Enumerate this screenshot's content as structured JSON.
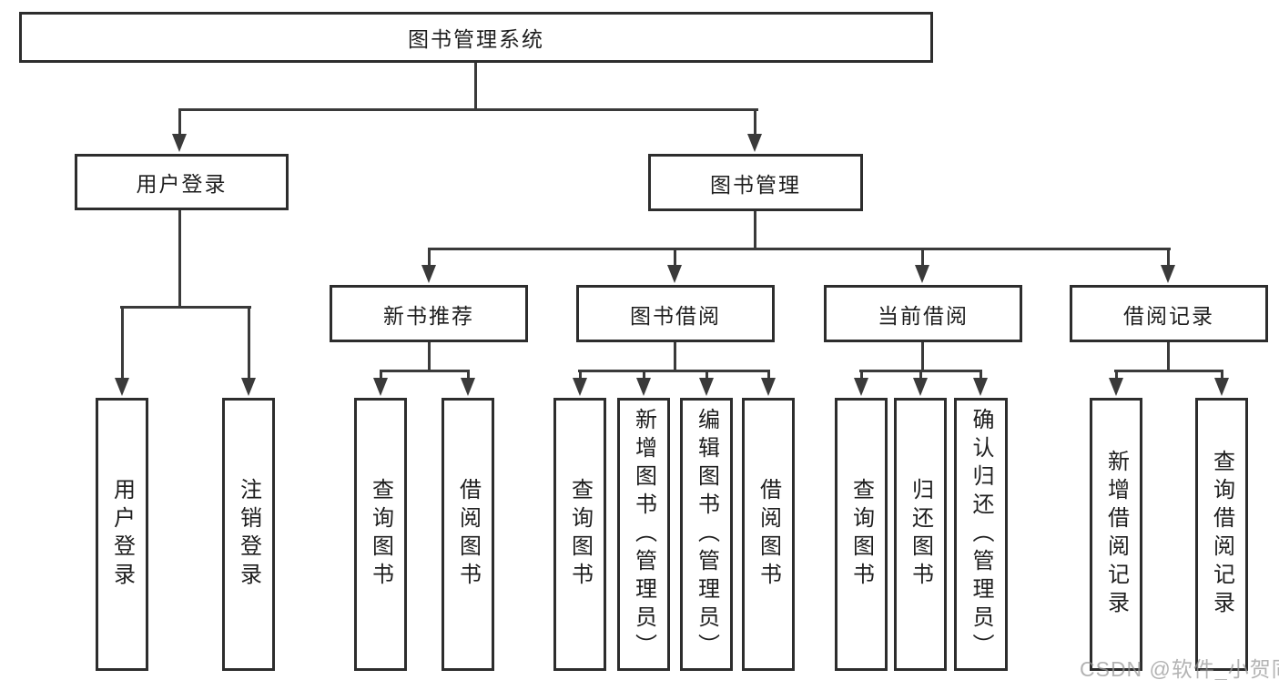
{
  "watermark": "CSDN @软件_小贺同学",
  "tree": {
    "root": {
      "label": "图书管理系统"
    },
    "branches": [
      {
        "label": "用户登录",
        "children": [
          {
            "label": "用户登录"
          },
          {
            "label": "注销登录"
          }
        ]
      },
      {
        "label": "图书管理",
        "sections": [
          {
            "label": "新书推荐",
            "children": [
              {
                "label": "查询图书"
              },
              {
                "label": "借阅图书"
              }
            ]
          },
          {
            "label": "图书借阅",
            "children": [
              {
                "label": "查询图书"
              },
              {
                "label": "新增图书（管理员）"
              },
              {
                "label": "编辑图书（管理员）"
              },
              {
                "label": "借阅图书"
              }
            ]
          },
          {
            "label": "当前借阅",
            "children": [
              {
                "label": "查询图书"
              },
              {
                "label": "归还图书"
              },
              {
                "label": "确认归还（管理员）"
              }
            ]
          },
          {
            "label": "借阅记录",
            "children": [
              {
                "label": "新增借阅记录"
              },
              {
                "label": "查询借阅记录"
              }
            ]
          }
        ]
      }
    ]
  },
  "colors": {
    "line": "#3a3a3a",
    "border": "#2d2d2d",
    "text": "#1e1e1e",
    "watermark_gray": "#969696"
  }
}
